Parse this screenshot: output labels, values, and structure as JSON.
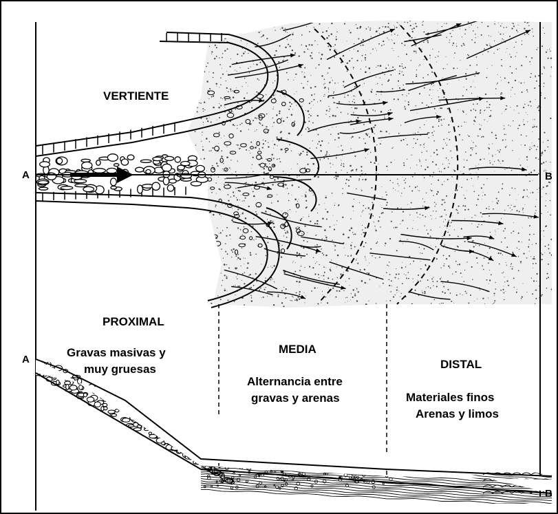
{
  "labels": {
    "vertiente": "VERTIENTE",
    "proximal_title": "PROXIMAL",
    "proximal_desc_1": "Gravas masivas y",
    "proximal_desc_2": "muy gruesas",
    "media_title": "MEDIA",
    "media_desc_1": "Alternancia entre",
    "media_desc_2": "gravas y arenas",
    "distal_title": "DISTAL",
    "distal_desc_1": "Materiales finos",
    "distal_desc_2": "Arenas y limos"
  },
  "section_markers": {
    "plan_start": "A",
    "plan_end": "B",
    "profile_start": "A",
    "profile_end": "B"
  },
  "colors": {
    "ink": "#000000",
    "paper": "#ffffff",
    "stipple": "#444444"
  }
}
